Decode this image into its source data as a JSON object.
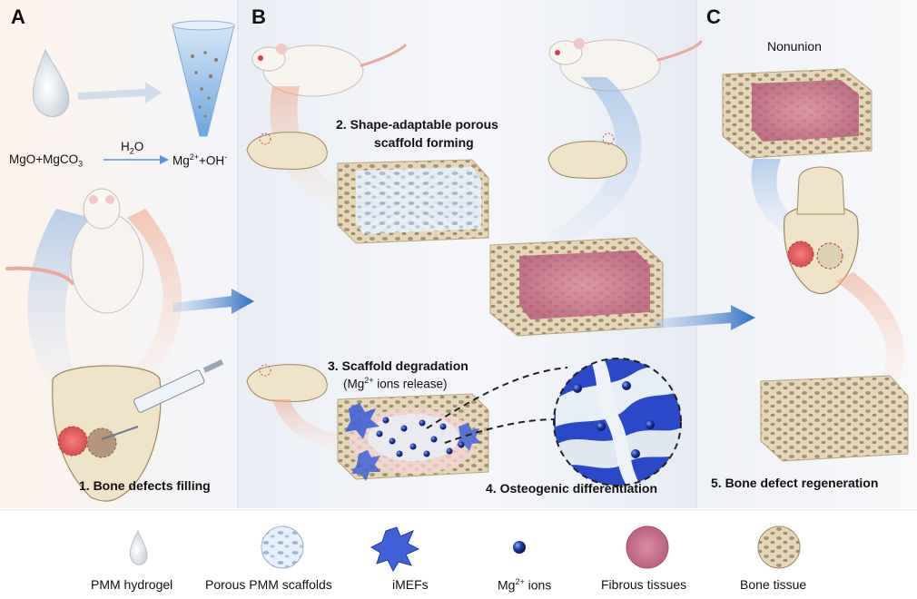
{
  "panels": {
    "a": "A",
    "b": "B",
    "c": "C"
  },
  "reaction": {
    "reactants": "MgO+MgCO",
    "reactants_sub": "3",
    "solvent": "H",
    "solvent_sub": "2",
    "solvent_end": "O",
    "product_mg": "Mg",
    "product_mg_sup": "2+",
    "product_oh": "+OH",
    "product_oh_sup": "-"
  },
  "steps": {
    "s1": "1. Bone defects filling",
    "s2_line1": "2. Shape-adaptable porous",
    "s2_line2": "scaffold forming",
    "s3_line1": "3. Scaffold degradation",
    "s3_line2_a": "(Mg",
    "s3_line2_sup": "2+",
    "s3_line2_b": " ions release)",
    "s4": "4. Osteogenic differentiation",
    "s5": "5. Bone defect regeneration"
  },
  "nonunion_label": "Nonunion",
  "legend": {
    "hydrogel": "PMM hydrogel",
    "scaffold": "Porous PMM scaffolds",
    "imefs": "iMEFs",
    "mg_a": "Mg",
    "mg_sup": "2+",
    "mg_b": " ions",
    "fibrous": "Fibrous tissues",
    "bone": "Bone tissue"
  },
  "colors": {
    "blue_flow": "#5b8fd6",
    "orange_flow": "#f0a387",
    "bone": "#e8dcc0",
    "fibrous": "#c96a86",
    "cell": "#3f62d8",
    "ion": "#1d2b6b"
  }
}
